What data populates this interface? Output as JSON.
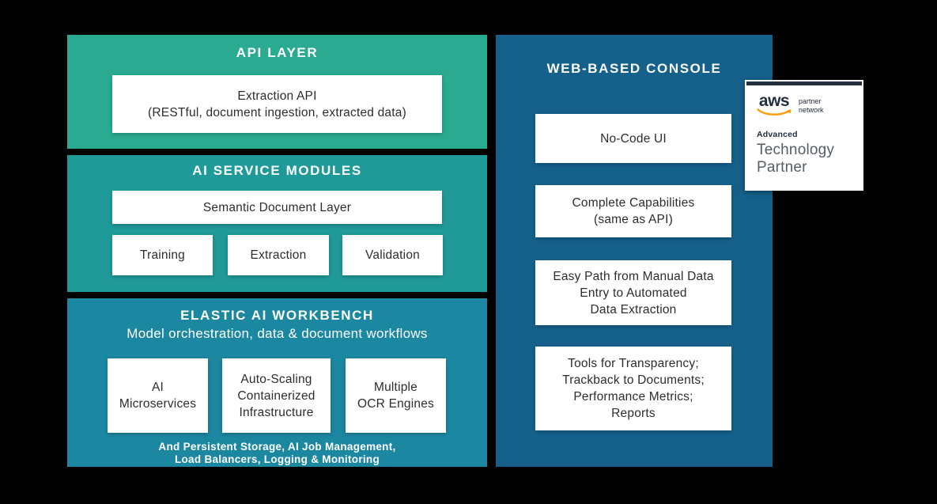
{
  "colors": {
    "background": "#000000",
    "api_layer": "#2aab91",
    "ai_service_modules": "#1f9a99",
    "workbench": "#1c87a1",
    "console": "#15618c",
    "card": "#ffffff",
    "card_text": "#2d2d2d",
    "aws_navy": "#232f3e",
    "aws_orange": "#ff9900",
    "aws_gray_text": "#565d66"
  },
  "api_layer": {
    "title": "API LAYER",
    "card": {
      "line1": "Extraction API",
      "line2": "(RESTful, document ingestion, extracted data)"
    }
  },
  "ai_service_modules": {
    "title": "AI SERVICE MODULES",
    "wide_card": "Semantic Document Layer",
    "modules": [
      "Training",
      "Extraction",
      "Validation"
    ]
  },
  "workbench": {
    "title": "ELASTIC AI WORKBENCH",
    "subtitle": "Model orchestration, data & document workflows",
    "cards": [
      {
        "line1": "AI",
        "line2": "Microservices",
        "line3": ""
      },
      {
        "line1": "Auto-Scaling",
        "line2": "Containerized",
        "line3": "Infrastructure"
      },
      {
        "line1": "Multiple",
        "line2": "OCR Engines",
        "line3": ""
      }
    ],
    "footer_line1": "And Persistent Storage, AI Job Management,",
    "footer_line2": "Load Balancers, Logging & Monitoring"
  },
  "console": {
    "title": "WEB-BASED CONSOLE",
    "cards": [
      {
        "line1": "No-Code UI",
        "line2": "",
        "line3": "",
        "line4": ""
      },
      {
        "line1": "Complete Capabilities",
        "line2": "(same as API)",
        "line3": "",
        "line4": ""
      },
      {
        "line1": "Easy Path from Manual Data",
        "line2": "Entry to Automated",
        "line3": "Data Extraction",
        "line4": ""
      },
      {
        "line1": "Tools for Transparency;",
        "line2": "Trackback to Documents;",
        "line3": "Performance Metrics;",
        "line4": "Reports"
      }
    ]
  },
  "aws_badge": {
    "logo_word": "aws",
    "program_line1": "partner",
    "program_line2": "network",
    "tier": "Advanced",
    "type_line1": "Technology",
    "type_line2": "Partner"
  }
}
